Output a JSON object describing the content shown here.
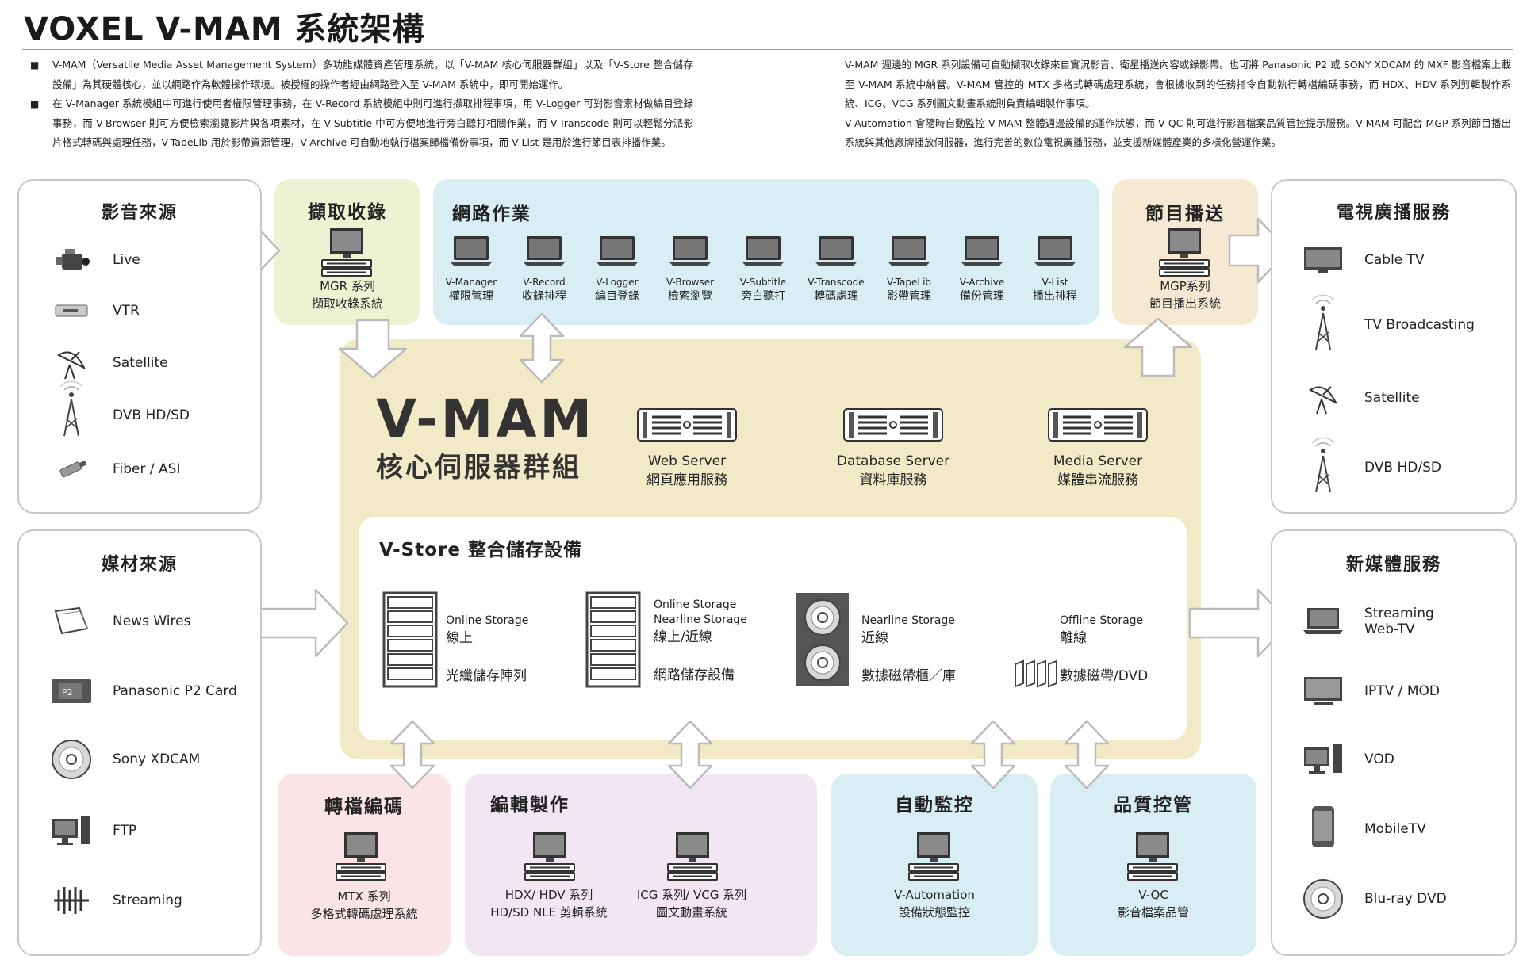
{
  "title": "VOXEL  V-MAM 系統架構",
  "intro_left": [
    "V-MAM（Versatile Media Asset Management System）多功能媒體資產管理系統，以「V-MAM 核心伺服器群組」以及「V-Store 整合儲存設備」為其硬體核心，並以網路作為軟體操作環境。被授權的操作者經由網路登入至 V-MAM 系統中，即可開始運作。",
    "在 V-Manager 系統模組中可進行使用者權限管理事務，在 V-Record 系統模組中則可進行擷取排程事項，用 V-Logger 可對影音素材做編目登錄事務，而 V-Browser 則可方便檢索瀏覽影片與各項素材，在 V-Subtitle 中可方便地進行旁白聽打相關作業，而 V-Transcode 則可以輕鬆分派影片格式轉碼與處理任務，V-TapeLib 用於影帶資源管理，V-Archive 可自動地執行檔案歸檔備份事項，而 V-List 是用於進行節目表排播作業。"
  ],
  "intro_right": [
    "V-MAM 週邊的 MGR 系列設備可自動擷取收錄來自實況影音、衛星播送內容或錄影帶。也可將 Panasonic P2 或 SONY XDCAM 的 MXF 影音檔案上載至 V-MAM 系統中納管。V-MAM 管控的 MTX 多格式轉碼處理系統，會根據收到的任務指令自動執行轉檔編碼事務，而 HDX、HDV 系列剪輯製作系統、ICG、VCG 系列圖文動畫系統則負責編輯製作事項。",
    "V-Automation 會隨時自動監控 V-MAM 整體週邊設備的運作狀態，而 V-QC 則可進行影音檔案品質管控提示服務。V-MAM 可配合 MGP 系列節目播出系統與其他廠牌播放伺服器，進行完善的數位電視廣播服務，並支援新媒體產業的多樣化營運作業。"
  ],
  "av_source": {
    "title": "影音來源",
    "items": [
      {
        "label": "Live",
        "icon": "video-camera-icon"
      },
      {
        "label": "VTR",
        "icon": "vtr-deck-icon"
      },
      {
        "label": "Satellite",
        "icon": "satellite-dish-icon"
      },
      {
        "label": "DVB HD/SD",
        "icon": "antenna-tower-icon"
      },
      {
        "label": "Fiber / ASI",
        "icon": "fiber-connector-icon"
      }
    ]
  },
  "media_source": {
    "title": "媒材來源",
    "items": [
      {
        "label": "News Wires",
        "icon": "folder-icon"
      },
      {
        "label": "Panasonic P2 Card",
        "icon": "p2-card-icon"
      },
      {
        "label": "Sony XDCAM",
        "icon": "optical-disc-icon"
      },
      {
        "label": "FTP",
        "icon": "desktop-computer-icon"
      },
      {
        "label": "Streaming",
        "icon": "streaming-icon"
      }
    ]
  },
  "ingest": {
    "title": "擷取收錄",
    "line1": "MGR 系列",
    "line2": "擷取收錄系統"
  },
  "network": {
    "title": "網路作業",
    "modules": [
      {
        "name": "V-Manager",
        "desc": "權限管理"
      },
      {
        "name": "V-Record",
        "desc": "收錄排程"
      },
      {
        "name": "V-Logger",
        "desc": "編目登錄"
      },
      {
        "name": "V-Browser",
        "desc": "檢索瀏覽"
      },
      {
        "name": "V-Subtitle",
        "desc": "旁白聽打"
      },
      {
        "name": "V-Transcode",
        "desc": "轉碼處理"
      },
      {
        "name": "V-TapeLib",
        "desc": "影帶管理"
      },
      {
        "name": "V-Archive",
        "desc": "備份管理"
      },
      {
        "name": "V-List",
        "desc": "播出排程"
      }
    ]
  },
  "playout": {
    "title": "節目播送",
    "line1": "MGP系列",
    "line2": "節目播出系統"
  },
  "tv_service": {
    "title": "電視廣播服務",
    "items": [
      {
        "label": "Cable TV",
        "icon": "flat-tv-icon"
      },
      {
        "label": "TV Broadcasting",
        "icon": "antenna-tower-icon"
      },
      {
        "label": "Satellite",
        "icon": "satellite-dish-icon"
      },
      {
        "label": "DVB HD/SD",
        "icon": "antenna-tower-icon"
      }
    ]
  },
  "new_media": {
    "title": "新媒體服務",
    "items": [
      {
        "label": "Streaming\nWeb-TV",
        "line1": "Streaming",
        "line2": "Web-TV",
        "icon": "laptop-icon"
      },
      {
        "label": "IPTV / MOD",
        "icon": "monitor-icon"
      },
      {
        "label": "VOD",
        "icon": "desktop-computer-icon"
      },
      {
        "label": "MobileTV",
        "icon": "mobile-phone-icon"
      },
      {
        "label": "Blu-ray DVD",
        "icon": "optical-disc-icon"
      }
    ]
  },
  "core": {
    "name": "V-MAM",
    "subtitle": "核心伺服器群組",
    "servers": [
      {
        "en": "Web Server",
        "zh": "網頁應用服務"
      },
      {
        "en": "Database Server",
        "zh": "資料庫服務"
      },
      {
        "en": "Media Server",
        "zh": "媒體串流服務"
      }
    ]
  },
  "store": {
    "title": "V-Store 整合儲存設備",
    "units": [
      {
        "type1": "Online Storage",
        "type2": "",
        "zh": "線上",
        "device": "光纖儲存陣列"
      },
      {
        "type1": "Online  Storage",
        "type2": "Nearline  Storage",
        "zh": "線上/近線",
        "device": "網路儲存設備"
      },
      {
        "type1": "Nearline  Storage",
        "type2": "",
        "zh": "近線",
        "device": "數據磁帶櫃／庫"
      },
      {
        "type1": "Offline  Storage",
        "type2": "",
        "zh": "離線",
        "device": "數據磁帶/DVD"
      }
    ]
  },
  "transcode": {
    "title": "轉檔編碼",
    "line1": "MTX  系列",
    "line2": "多格式轉碼處理系統"
  },
  "editing": {
    "title": "編輯製作",
    "systems": [
      {
        "line1": "HDX/ HDV 系列",
        "line2": "HD/SD NLE 剪輯系統"
      },
      {
        "line1": "ICG 系列/ VCG 系列",
        "line2": "圖文動畫系統"
      }
    ]
  },
  "automation": {
    "title": "自動監控",
    "line1": "V-Automation",
    "line2": "設備狀態監控"
  },
  "qc": {
    "title": "品質控管",
    "line1": "V-QC",
    "line2": "影音檔案品管"
  },
  "colors": {
    "ingest_bg": "#ecf2d2",
    "network_bg": "#d8eef4",
    "playout_bg": "#f6e9d3",
    "core_bg": "#f2eac6",
    "transcode_bg": "#fbe4e6",
    "editing_bg": "#f1e6f2",
    "monitor_bg": "#d8eef4",
    "side_border": "#c8c8c8"
  }
}
